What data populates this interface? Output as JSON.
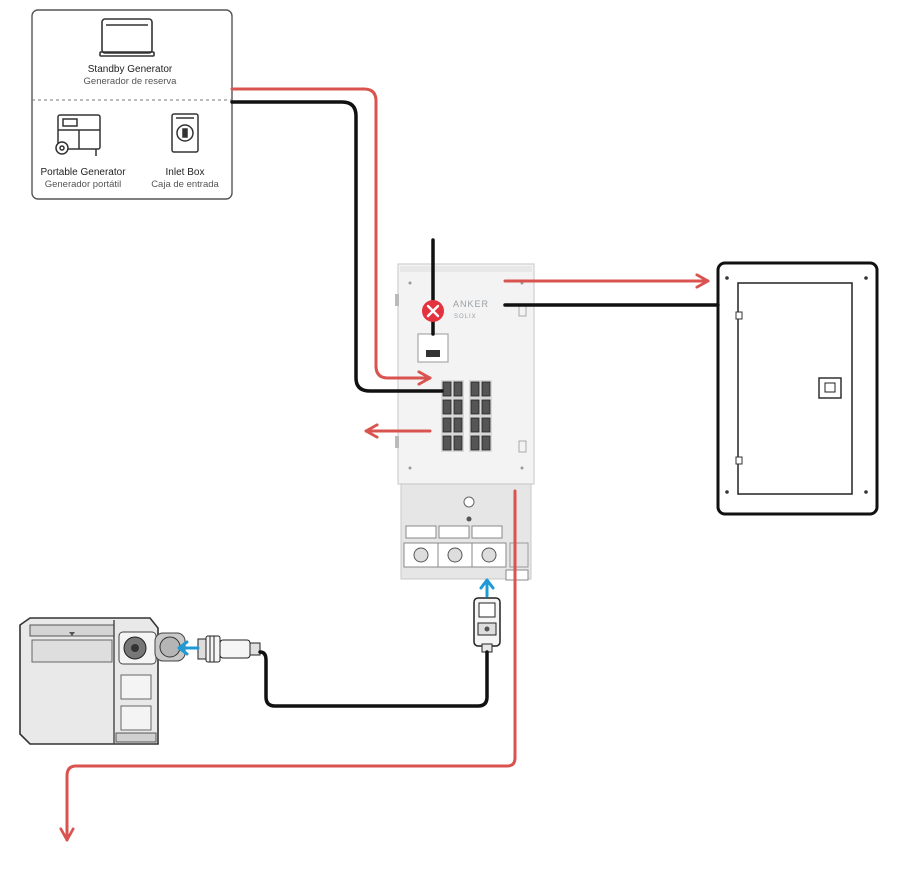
{
  "source_box": {
    "standby": {
      "title": "Standby Generator",
      "subtitle": "Generador de reserva"
    },
    "portable": {
      "title": "Portable Generator",
      "subtitle": "Generador portátil"
    },
    "inlet": {
      "title": "Inlet Box",
      "subtitle": "Caja de entrada"
    }
  },
  "transfer_switch": {
    "brand": "ANKER",
    "brand_sub": "SOLIX"
  },
  "colors": {
    "power_flow": "#d9534f",
    "cable": "#111111",
    "connect_arrow": "#1e9bd7",
    "blocked": "#e4333f",
    "panel_fill": "#f2f2f2",
    "box_border": "#444444"
  },
  "icons": [
    "standby-generator-icon",
    "portable-generator-icon",
    "inlet-box-icon",
    "blocked-x-icon",
    "power-station-icon",
    "smart-module-icon",
    "connector-plug-icon",
    "breaker-panel-icon"
  ]
}
